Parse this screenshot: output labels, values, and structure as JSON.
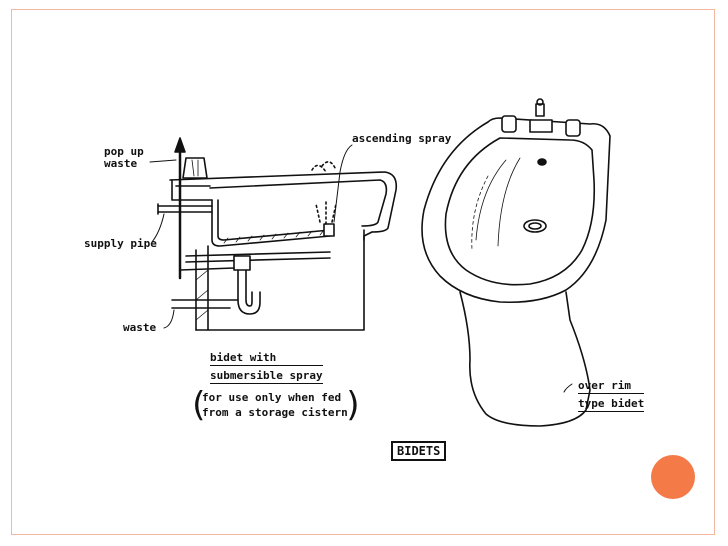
{
  "labels": {
    "pop_up_waste_1": "pop up",
    "pop_up_waste_2": "waste",
    "ascending_spray": "ascending spray",
    "supply_pipe": "supply pipe",
    "waste": "waste",
    "bidet_submersible_1": "bidet with",
    "bidet_submersible_2": "submersible spray",
    "note_line_1": "for use only when fed",
    "note_line_2": "from a storage cistern",
    "over_rim_1": "over rim",
    "over_rim_2": "type bidet",
    "title": "BIDETS"
  },
  "colors": {
    "frame": "#f4b8a0",
    "accent": "#f47a48",
    "ink": "#111111"
  }
}
